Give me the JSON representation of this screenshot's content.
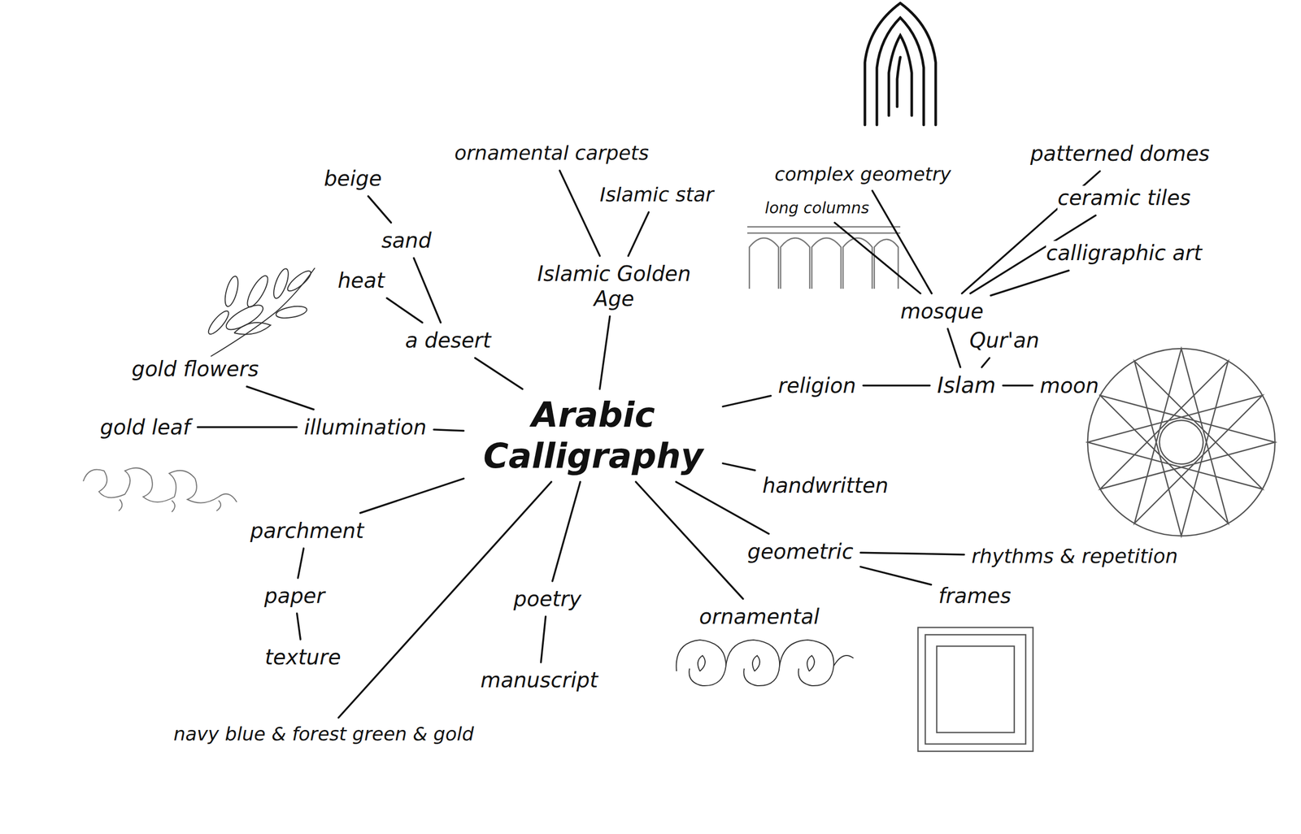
{
  "diagram": {
    "nodes": [
      {
        "text": [
          "Arabic Calligraphy"
        ]
      },
      {
        "text": [
          "a desert"
        ]
      },
      {
        "text": [
          "sand"
        ]
      },
      {
        "text": [
          "beige"
        ]
      },
      {
        "text": [
          "heat"
        ]
      },
      {
        "text": [
          "Islamic Golden Age"
        ]
      },
      {
        "text": [
          "ornamental carpets"
        ]
      },
      {
        "text": [
          "Islamic star"
        ]
      },
      {
        "text": [
          "illumination"
        ]
      },
      {
        "text": [
          "gold leaf"
        ]
      },
      {
        "text": [
          "gold flowers"
        ]
      },
      {
        "text": [
          "religion"
        ]
      },
      {
        "text": [
          "Islam"
        ]
      },
      {
        "text": [
          "mosque"
        ]
      },
      {
        "text": [
          "complex geometry"
        ]
      },
      {
        "text": [
          "long columns"
        ]
      },
      {
        "text": [
          "patterned domes"
        ]
      },
      {
        "text": [
          "ceramic tiles"
        ]
      },
      {
        "text": [
          "calligraphic art"
        ]
      },
      {
        "text": [
          "Qur'an"
        ]
      },
      {
        "text": [
          "moon"
        ]
      },
      {
        "text": [
          "handwritten"
        ]
      },
      {
        "text": [
          "geometric"
        ]
      },
      {
        "text": [
          "rhythms & repetition"
        ]
      },
      {
        "text": [
          "frames"
        ]
      },
      {
        "text": [
          "ornamental"
        ]
      },
      {
        "text": [
          "poetry"
        ]
      },
      {
        "text": [
          "manuscript"
        ]
      },
      {
        "text": [
          "parchment"
        ]
      },
      {
        "text": [
          "paper"
        ]
      },
      {
        "text": [
          "texture"
        ]
      },
      {
        "text": [
          "navy blue & forest green & gold"
        ]
      }
    ],
    "edges": [
      {
        "from": 0,
        "to": 1,
        "arrow": "none"
      },
      {
        "from": 1,
        "to": 2,
        "arrow": "none"
      },
      {
        "from": 2,
        "to": 3,
        "arrow": "none"
      },
      {
        "from": 1,
        "to": 4,
        "arrow": "none"
      },
      {
        "from": 0,
        "to": 5,
        "arrow": "none"
      },
      {
        "from": 5,
        "to": 6,
        "arrow": "none"
      },
      {
        "from": 5,
        "to": 7,
        "arrow": "none"
      },
      {
        "from": 0,
        "to": 8,
        "arrow": "none"
      },
      {
        "from": 8,
        "to": 9,
        "arrow": "none"
      },
      {
        "from": 8,
        "to": 10,
        "arrow": "none"
      },
      {
        "from": 0,
        "to": 11,
        "arrow": "none"
      },
      {
        "from": 11,
        "to": 12,
        "arrow": "none"
      },
      {
        "from": 12,
        "to": 13,
        "arrow": "none"
      },
      {
        "from": 13,
        "to": 14,
        "arrow": "none"
      },
      {
        "from": 13,
        "to": 15,
        "arrow": "none"
      },
      {
        "from": 13,
        "to": 16,
        "arrow": "none"
      },
      {
        "from": 13,
        "to": 17,
        "arrow": "none"
      },
      {
        "from": 13,
        "to": 18,
        "arrow": "none"
      },
      {
        "from": 12,
        "to": 19,
        "arrow": "none"
      },
      {
        "from": 12,
        "to": 20,
        "arrow": "none"
      },
      {
        "from": 0,
        "to": 21,
        "arrow": "none"
      },
      {
        "from": 0,
        "to": 22,
        "arrow": "none"
      },
      {
        "from": 22,
        "to": 23,
        "arrow": "none"
      },
      {
        "from": 22,
        "to": 24,
        "arrow": "none"
      },
      {
        "from": 0,
        "to": 25,
        "arrow": "none"
      },
      {
        "from": 0,
        "to": 26,
        "arrow": "none"
      },
      {
        "from": 26,
        "to": 27,
        "arrow": "none"
      },
      {
        "from": 0,
        "to": 28,
        "arrow": "none"
      },
      {
        "from": 28,
        "to": 29,
        "arrow": "none"
      },
      {
        "from": 29,
        "to": 30,
        "arrow": "none"
      },
      {
        "from": 0,
        "to": 31,
        "arrow": "none"
      }
    ]
  }
}
